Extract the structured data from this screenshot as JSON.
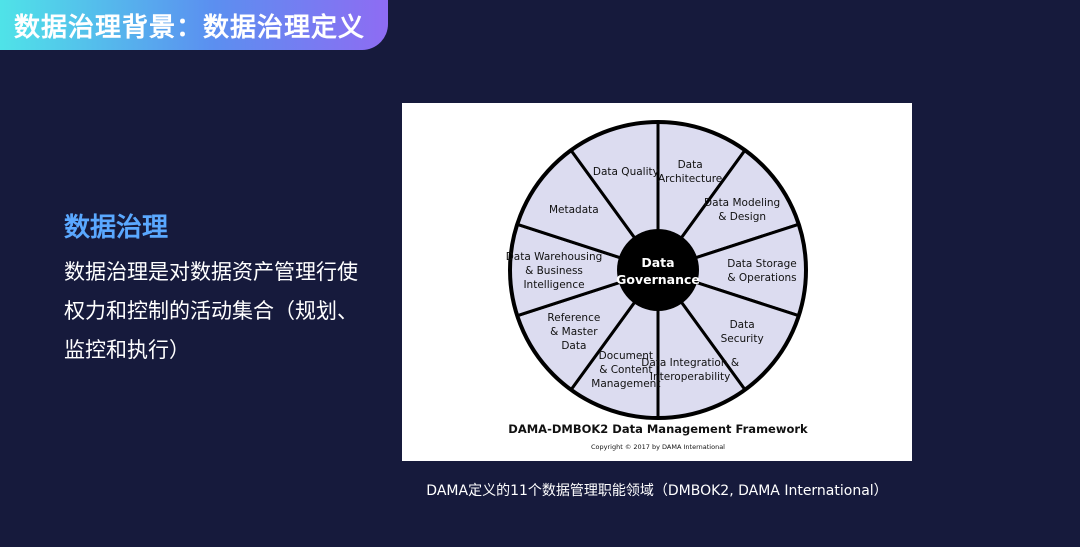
{
  "header": {
    "title": "数据治理背景：数据治理定义"
  },
  "section": {
    "heading": "数据治理",
    "body": "数据治理是对数据资产管理行使权力和控制的活动集合（规划、监控和执行）"
  },
  "figure": {
    "center": [
      "Data",
      "Governance"
    ],
    "segments": [
      {
        "lines": [
          "Data",
          "Architecture"
        ]
      },
      {
        "lines": [
          "Data Modeling",
          "& Design"
        ]
      },
      {
        "lines": [
          "Data Storage",
          "& Operations"
        ]
      },
      {
        "lines": [
          "Data",
          "Security"
        ]
      },
      {
        "lines": [
          "Data Integration &",
          "Interoperability"
        ]
      },
      {
        "lines": [
          "Document",
          "& Content",
          "Management"
        ]
      },
      {
        "lines": [
          "Reference",
          "& Master",
          "Data"
        ]
      },
      {
        "lines": [
          "Data Warehousing",
          "& Business",
          "Intelligence"
        ]
      },
      {
        "lines": [
          "Metadata"
        ]
      },
      {
        "lines": [
          "Data Quality"
        ]
      }
    ],
    "framework_title": "DAMA-DMBOK2 Data Management Framework",
    "copyright": "Copyright © 2017  by DAMA International",
    "colors": {
      "wheel_fill": "#dcdcf0",
      "hub_fill": "#000000",
      "outline": "#000000"
    }
  },
  "caption": "DAMA定义的11个数据管理职能领域（DMBOK2, DAMA International）"
}
